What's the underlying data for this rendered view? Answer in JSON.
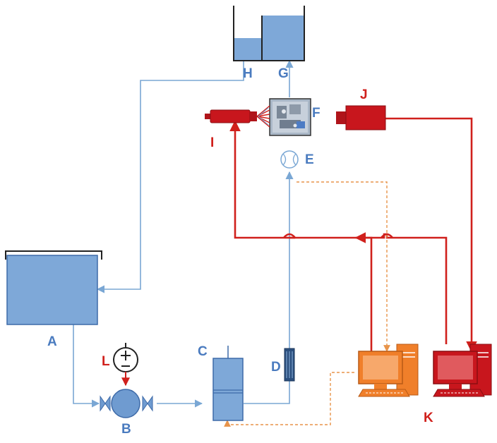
{
  "components": {
    "A": "A",
    "B": "B",
    "C": "C",
    "D": "D",
    "E": "E",
    "F": "F",
    "G": "G",
    "H": "H",
    "I": "I",
    "J": "J",
    "K": "K",
    "L": "L"
  },
  "colors": {
    "water_fill": "#7ea8d8",
    "water_stroke": "#3d6aa8",
    "flow_line": "#7aa7d4",
    "signal_red": "#d0201c",
    "dashed_orange": "#e8944a",
    "computer_orange": "#f07f2a",
    "computer_red": "#c8161d"
  },
  "icons": {
    "pump": "pump-icon",
    "valve": "valve-icon",
    "flow_meter": "flowmeter-icon",
    "camera": "camera-icon",
    "laser": "laser-icon",
    "computer": "computer-icon",
    "power_source": "power-source-icon"
  }
}
